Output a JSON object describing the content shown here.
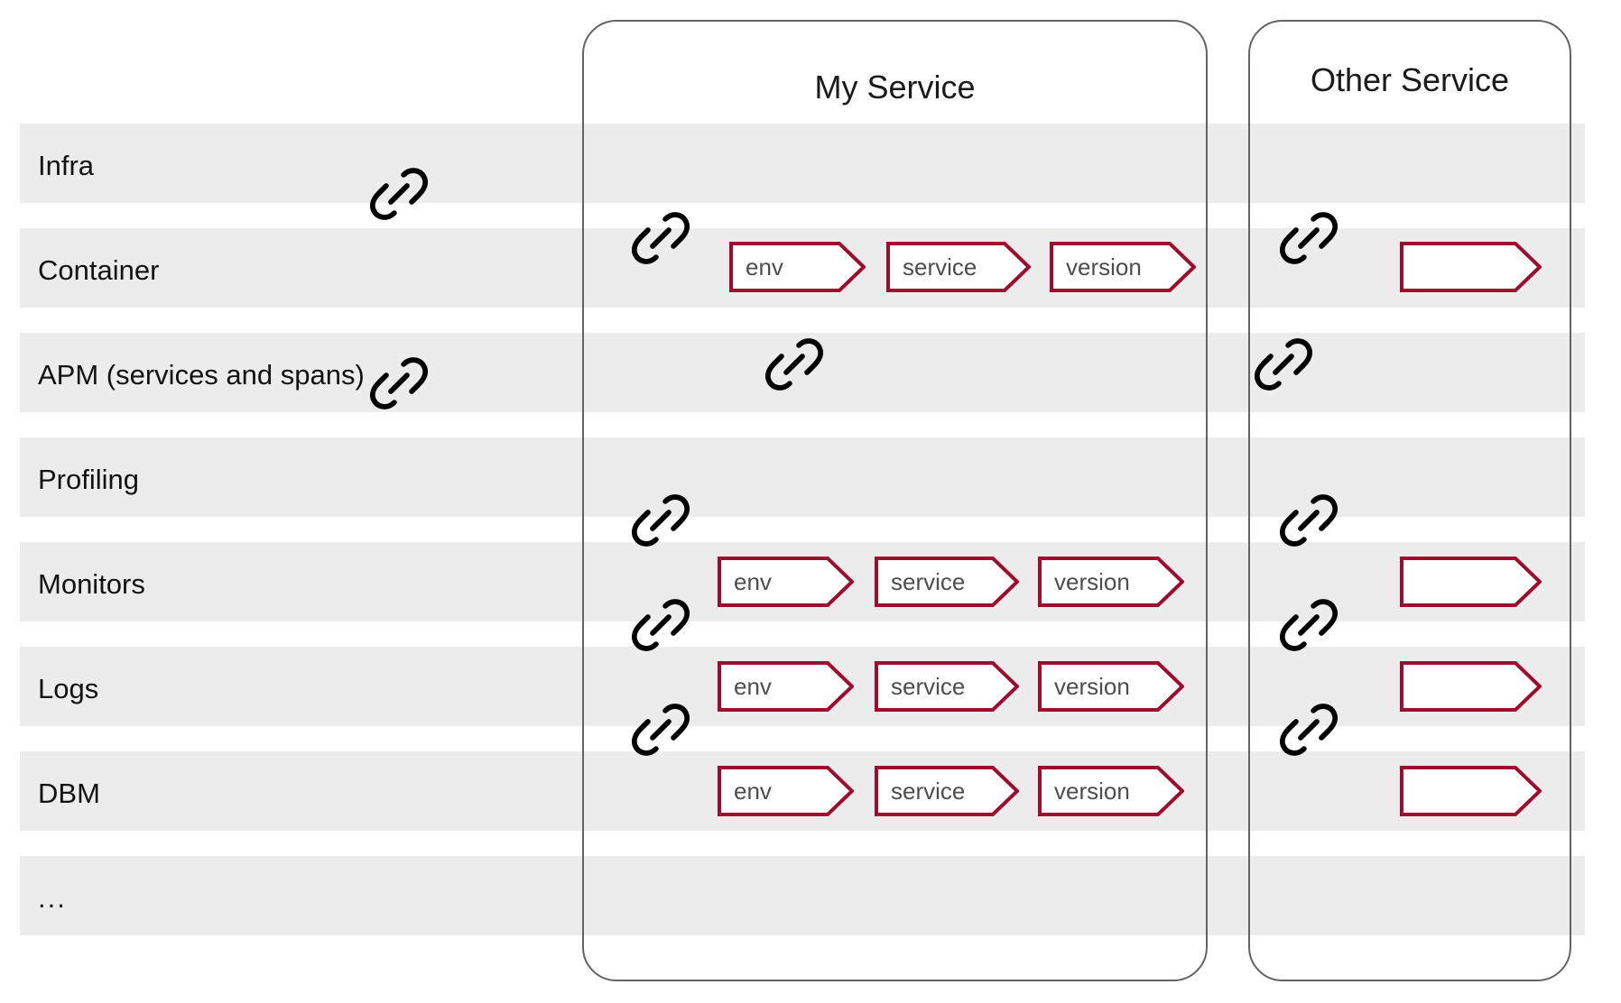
{
  "theme": {
    "stripe_color": "#ececec",
    "tag_border_color": "#9e0b2e",
    "tag_fill_color": "#ffffff",
    "tag_text_color": "#4d4d4d",
    "box_border_color": "#636363",
    "label_text_color": "#121212",
    "icon_color": "#000000",
    "background": "#ffffff"
  },
  "groups": [
    {
      "id": "my-service",
      "title": "My Service"
    },
    {
      "id": "other-service",
      "title": "Other Service"
    }
  ],
  "rows": [
    {
      "id": "infra",
      "label": "Infra"
    },
    {
      "id": "container",
      "label": "Container"
    },
    {
      "id": "apm",
      "label": "APM (services and spans)"
    },
    {
      "id": "profiling",
      "label": "Profiling"
    },
    {
      "id": "monitors",
      "label": "Monitors"
    },
    {
      "id": "logs",
      "label": "Logs"
    },
    {
      "id": "dbm",
      "label": "DBM"
    },
    {
      "id": "more",
      "label": "..."
    }
  ],
  "tags": {
    "env": "env",
    "service": "service",
    "version": "version",
    "blank": ""
  },
  "icons": {
    "link": "link-icon"
  },
  "cells": {
    "container_my": [
      "env",
      "service",
      "version"
    ],
    "container_other": [
      ""
    ],
    "monitors_my": [
      "env",
      "service",
      "version"
    ],
    "monitors_other": [
      ""
    ],
    "logs_my": [
      "env",
      "service",
      "version"
    ],
    "logs_other": [
      ""
    ],
    "dbm_my": [
      "env",
      "service",
      "version"
    ],
    "dbm_other": [
      ""
    ]
  }
}
